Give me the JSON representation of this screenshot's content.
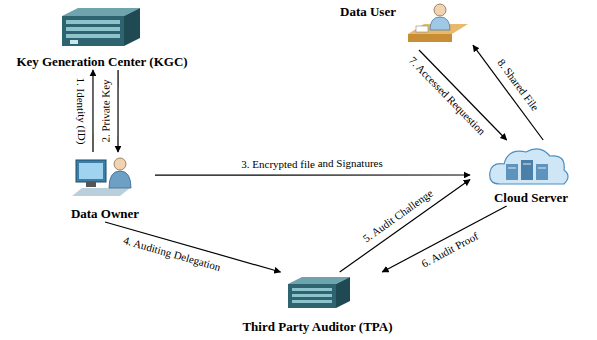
{
  "diagram": {
    "nodes": [
      {
        "text": [
          "Key Generation Center (KGC)"
        ]
      },
      {
        "text": [
          "Data User"
        ]
      },
      {
        "text": [
          "Data Owner"
        ]
      },
      {
        "text": [
          "Cloud Server"
        ]
      },
      {
        "text": [
          "Third Party Auditor (TPA)"
        ]
      }
    ],
    "edges": [
      {
        "from": 2,
        "to": 0,
        "label": "1. Identity (ID)",
        "arrow": "to"
      },
      {
        "from": 0,
        "to": 2,
        "label": "2. Private Key",
        "arrow": "to"
      },
      {
        "from": 2,
        "to": 3,
        "label": "3. Encrypted file and Signatures",
        "arrow": "to"
      },
      {
        "from": 2,
        "to": 4,
        "label": "4. Auditing Delegation",
        "arrow": "to"
      },
      {
        "from": 4,
        "to": 3,
        "label": "5. Audit Challenge",
        "arrow": "to"
      },
      {
        "from": 3,
        "to": 4,
        "label": "6. Audit Proof",
        "arrow": "to"
      },
      {
        "from": 1,
        "to": 3,
        "label": "7. Accessed Requestion",
        "arrow": "to"
      },
      {
        "from": 3,
        "to": 1,
        "label": "8. Shared File",
        "arrow": "to"
      }
    ]
  }
}
